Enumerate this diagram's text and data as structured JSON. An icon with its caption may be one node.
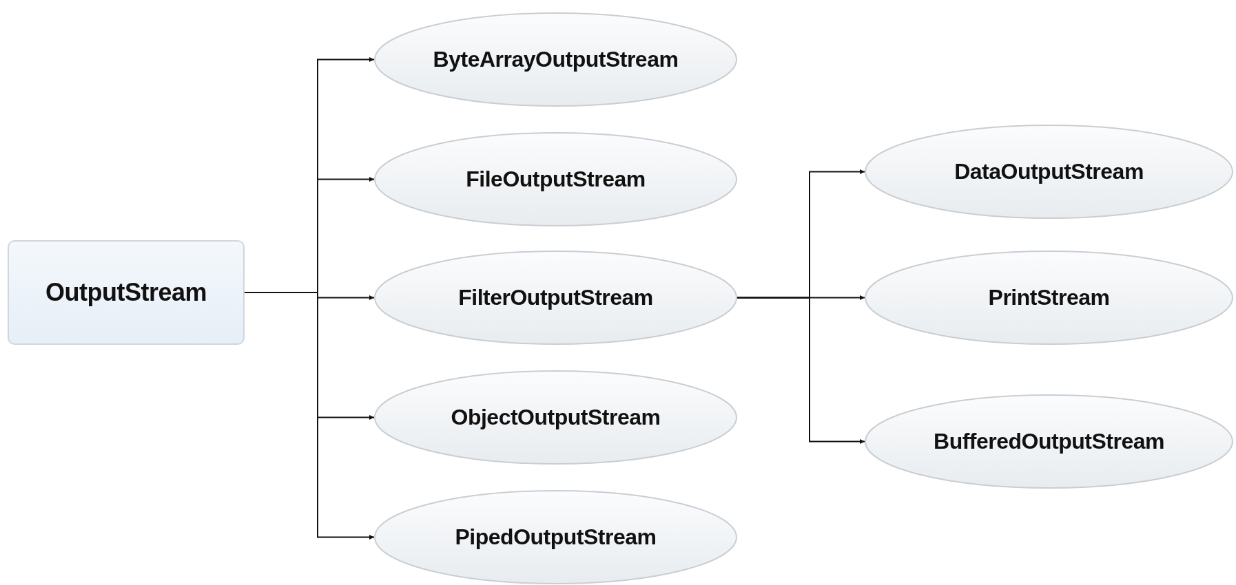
{
  "diagram": {
    "nodes": [
      {
        "text": [
          "OutputStream"
        ]
      },
      {
        "text": [
          "ByteArrayOutputStream"
        ]
      },
      {
        "text": [
          "FileOutputStream"
        ]
      },
      {
        "text": [
          "FilterOutputStream"
        ]
      },
      {
        "text": [
          "ObjectOutputStream"
        ]
      },
      {
        "text": [
          "PipedOutputStream"
        ]
      },
      {
        "text": [
          "DataOutputStream"
        ]
      },
      {
        "text": [
          "PrintStream"
        ]
      },
      {
        "text": [
          "BufferedOutputStream"
        ]
      }
    ],
    "edges": [
      {
        "from": 0,
        "to": 1,
        "arrow": "to"
      },
      {
        "from": 0,
        "to": 2,
        "arrow": "to"
      },
      {
        "from": 0,
        "to": 3,
        "arrow": "to"
      },
      {
        "from": 0,
        "to": 4,
        "arrow": "to"
      },
      {
        "from": 0,
        "to": 5,
        "arrow": "to"
      },
      {
        "from": 3,
        "to": 6,
        "arrow": "to"
      },
      {
        "from": 3,
        "to": 7,
        "arrow": "to"
      },
      {
        "from": 3,
        "to": 8,
        "arrow": "to"
      }
    ]
  }
}
